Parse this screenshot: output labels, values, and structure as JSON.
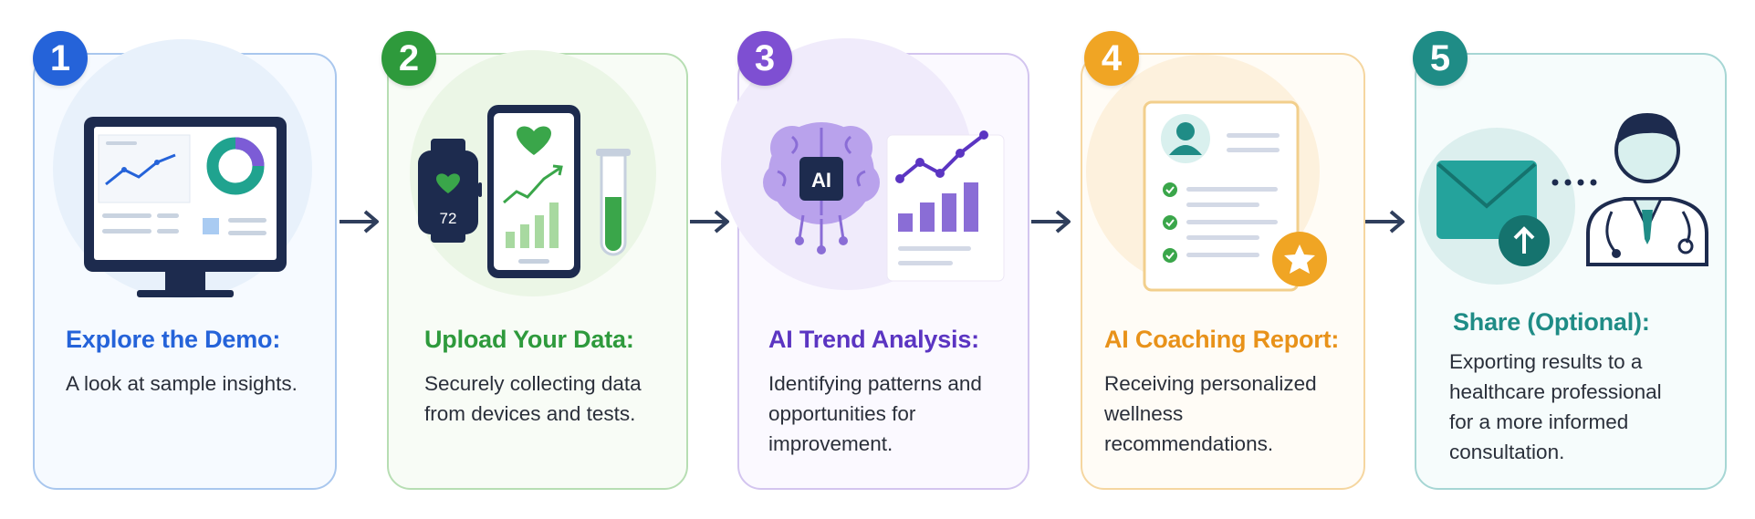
{
  "steps": [
    {
      "number": "1",
      "title": "Explore the Demo:",
      "lines": [
        "A look at sample insights."
      ],
      "color": "#2563d9",
      "border": "#a9c7ee",
      "bg": "#f6faff"
    },
    {
      "number": "2",
      "title": "Upload Your Data:",
      "lines": [
        "Securely collecting data",
        "from devices and tests."
      ],
      "watch_reading": "72",
      "color": "#2e9a3c",
      "border": "#b7deb3",
      "bg": "#f8fcf6"
    },
    {
      "number": "3",
      "title": "AI Trend Analysis:",
      "lines": [
        "Identifying patterns and",
        "opportunities for",
        "improvement."
      ],
      "chip_label": "AI",
      "color": "#5b35c2",
      "border": "#d3c5ef",
      "bg": "#fbf9ff"
    },
    {
      "number": "4",
      "title": "AI Coaching Report:",
      "lines": [
        "Receiving personalized",
        "wellness",
        "recommendations."
      ],
      "color": "#e8921a",
      "border": "#f5d6a0",
      "bg": "#fffcf6"
    },
    {
      "number": "5",
      "title": "Share (Optional):",
      "lines": [
        "Exporting results to a",
        "healthcare professional",
        "for a more informed",
        "consultation."
      ],
      "color": "#1f8c86",
      "border": "#a6d6d4",
      "bg": "#f6fcfc"
    }
  ],
  "arrow_color": "#2f3e5c"
}
